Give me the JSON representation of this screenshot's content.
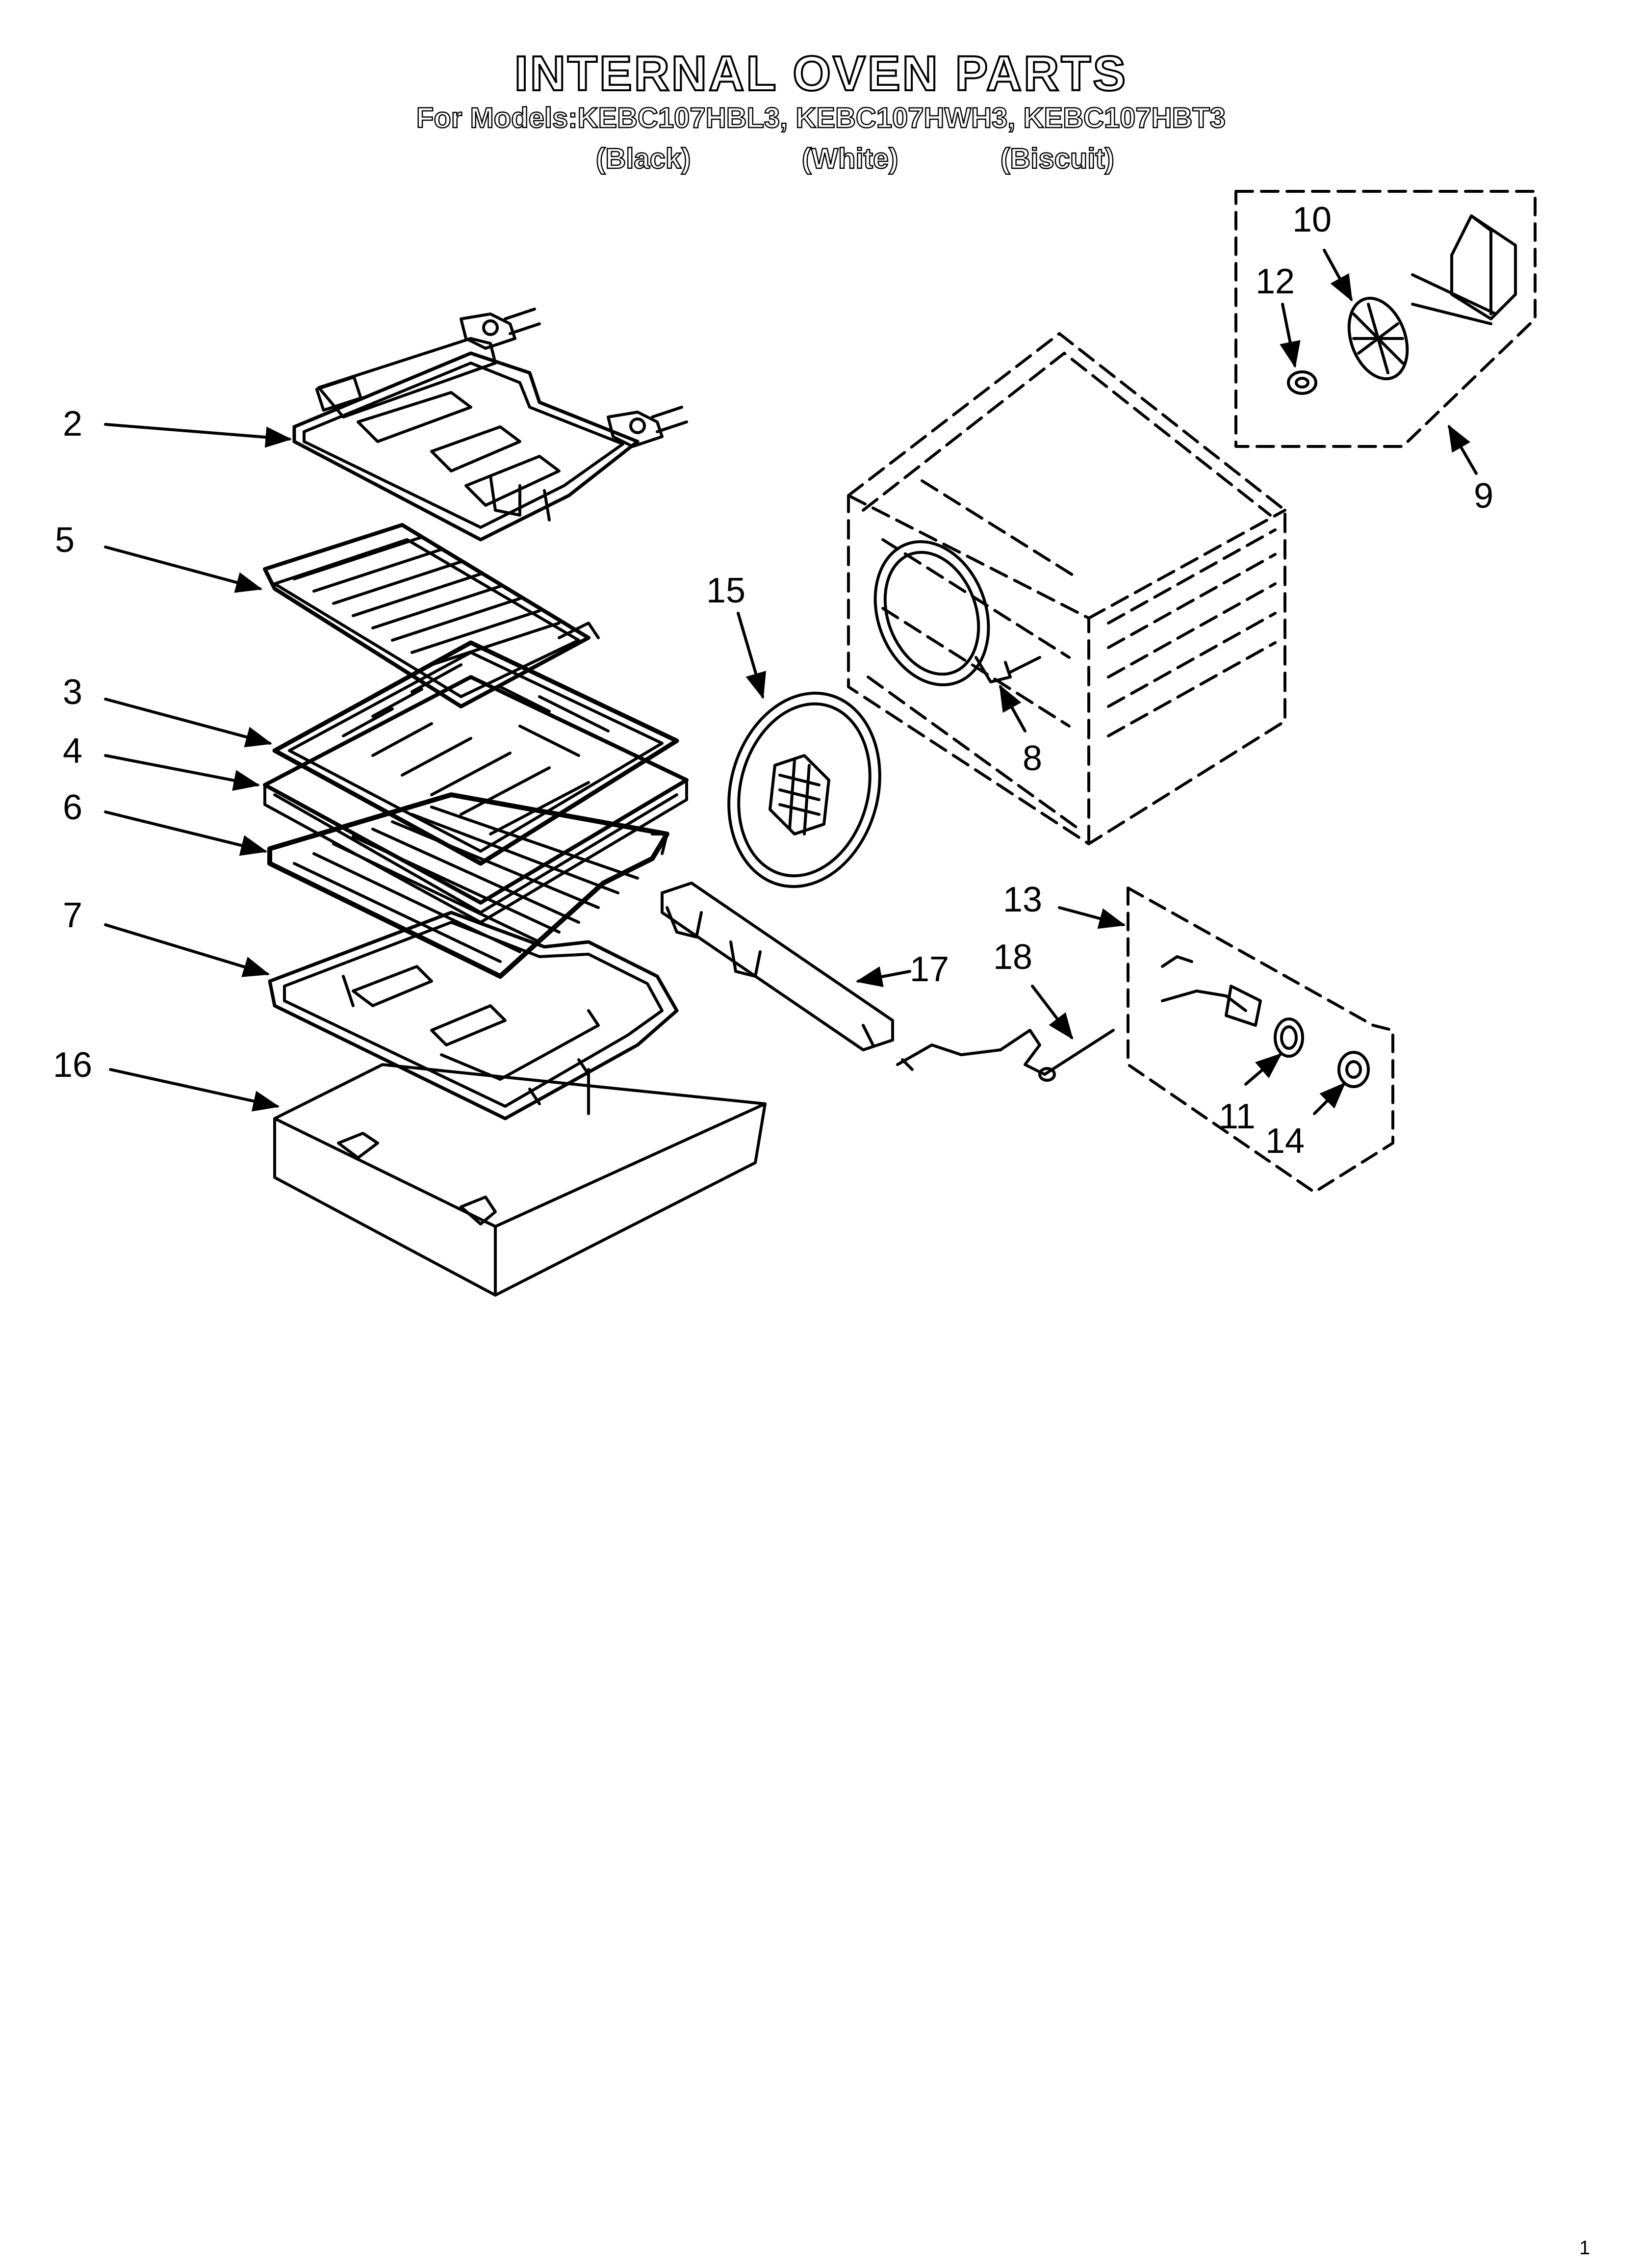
{
  "header": {
    "title": "INTERNAL OVEN PARTS",
    "models_line": "For Models:KEBC107HBL3, KEBC107HWH3, KEBC107HBT3",
    "colors": [
      "(Black)",
      "(White)",
      "(Biscuit)"
    ]
  },
  "callouts": {
    "c2": "2",
    "c5": "5",
    "c3": "3",
    "c4": "4",
    "c6": "6",
    "c7": "7",
    "c16": "16",
    "c15": "15",
    "c8": "8",
    "c9": "9",
    "c10": "10",
    "c12": "12",
    "c13": "13",
    "c17": "17",
    "c18": "18",
    "c11": "11",
    "c14": "14"
  },
  "footer": {
    "page": "1"
  }
}
